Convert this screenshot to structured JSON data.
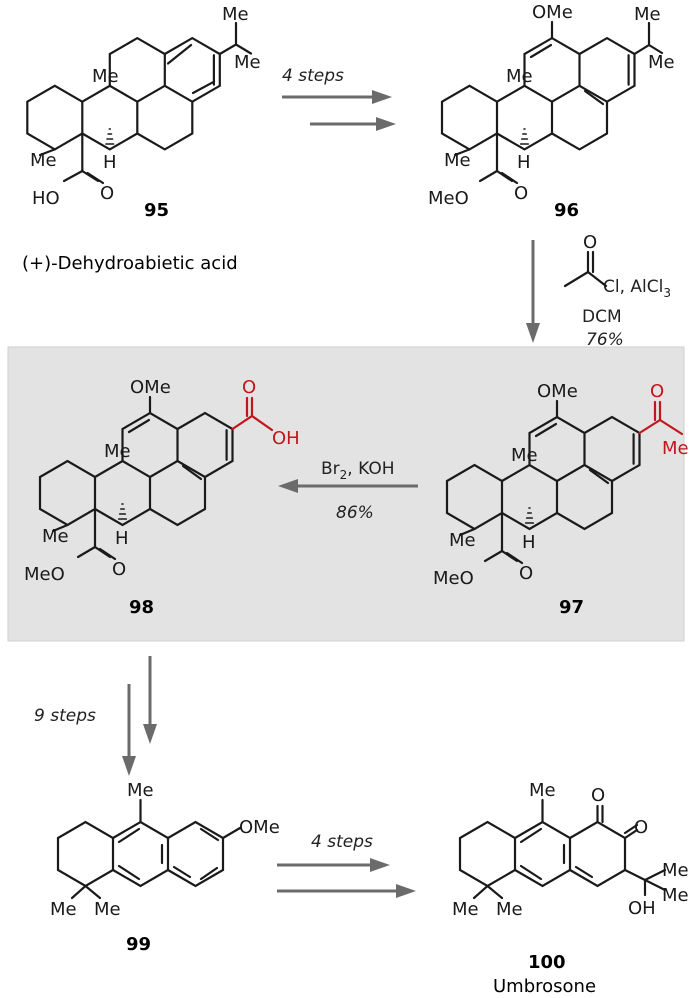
{
  "compounds": {
    "c95": {
      "number": "95",
      "name": "(+)-Dehydroabietic acid"
    },
    "c96": {
      "number": "96"
    },
    "c97": {
      "number": "97"
    },
    "c98": {
      "number": "98"
    },
    "c99": {
      "number": "99"
    },
    "c100": {
      "number": "100",
      "name": "Umbrosone"
    }
  },
  "labels": {
    "me": "Me",
    "h": "H",
    "o": "O",
    "ho": "HO",
    "oh": "OH",
    "ome": "OMe",
    "meo": "MeO",
    "cl_alcl3": "Cl, AlCl",
    "sub3": "3",
    "br": "Br",
    "sub2": "2",
    "koh": ", KOH"
  },
  "steps": {
    "step1": {
      "label": "4 steps"
    },
    "step2": {
      "solvent": "DCM",
      "yield": "76%"
    },
    "step3": {
      "yield": "86%"
    },
    "step4": {
      "label": "9 steps"
    },
    "step5": {
      "label": "4 steps"
    }
  },
  "colors": {
    "highlight": "#c0161c",
    "arrow": "#6b6b6b",
    "panel": "#e3e3e3"
  }
}
